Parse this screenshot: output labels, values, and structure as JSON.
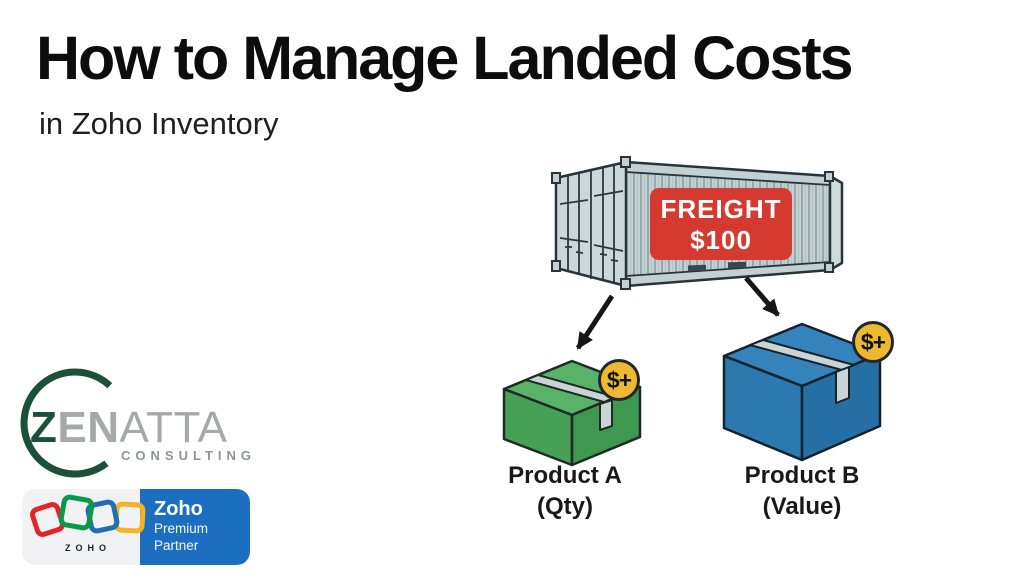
{
  "header": {
    "title": "How to Manage Landed Costs",
    "subtitle": "in Zoho Inventory"
  },
  "illustration": {
    "freight_label": "FREIGHT",
    "freight_amount": "$100",
    "products": [
      {
        "name": "Product A",
        "allocation_basis": "(Qty)",
        "coin_label": "$+"
      },
      {
        "name": "Product B",
        "allocation_basis": "(Value)",
        "coin_label": "$+"
      }
    ]
  },
  "branding": {
    "zenatta": {
      "name_z": "Z",
      "name_en": "EN",
      "name_atta": "ATTA",
      "tagline": "CONSULTING"
    },
    "zoho_badge": {
      "squares_label": "ZOHO",
      "brand": "Zoho",
      "tier_line1": "Premium",
      "tier_line2": "Partner"
    }
  },
  "colors": {
    "freight_sign_red": "#d43a30",
    "container_body": "#c3d0d2",
    "product_a_green": "#46a156",
    "product_b_blue": "#2b79af",
    "coin_yellow": "#eeb92f",
    "zenatta_green": "#1a5138",
    "zenatta_gray": "#a6a8ab",
    "zoho_badge_blue": "#1c6fc0",
    "zoho_red": "#e42527",
    "zoho_green": "#089949",
    "zoho_blue": "#226db4",
    "zoho_yellow": "#f4b224",
    "arrow_black": "#161616"
  }
}
